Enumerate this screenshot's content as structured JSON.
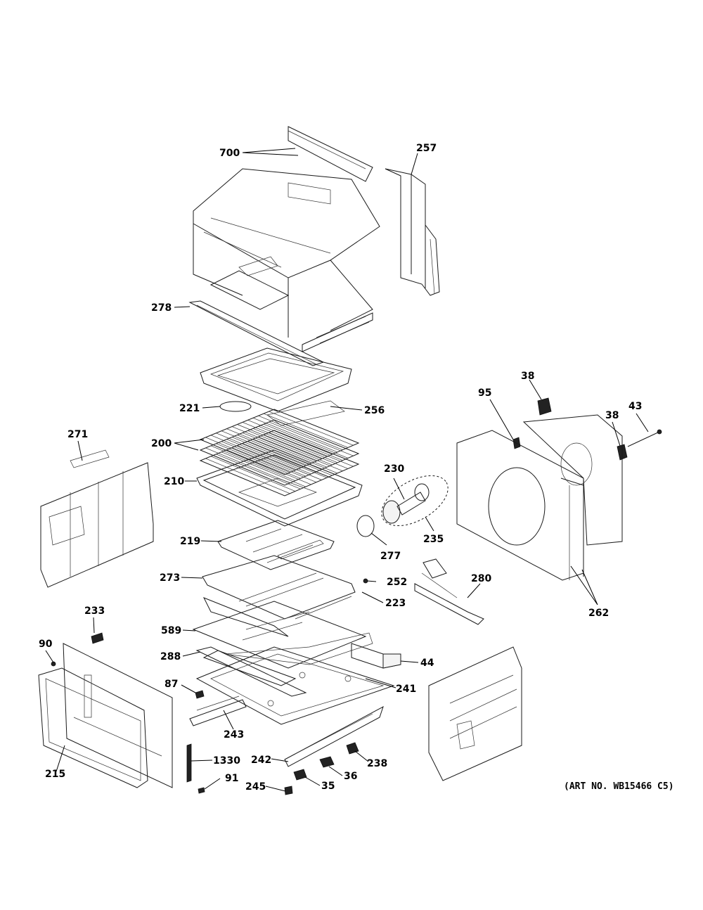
{
  "callouts": [
    {
      "id": "c700",
      "text": "700"
    },
    {
      "id": "c257",
      "text": "257"
    },
    {
      "id": "c278",
      "text": "278"
    },
    {
      "id": "c221",
      "text": "221"
    },
    {
      "id": "c256",
      "text": "256"
    },
    {
      "id": "c200",
      "text": "200"
    },
    {
      "id": "c271",
      "text": "271"
    },
    {
      "id": "c210",
      "text": "210"
    },
    {
      "id": "c219",
      "text": "219"
    },
    {
      "id": "c273",
      "text": "273"
    },
    {
      "id": "c95",
      "text": "95"
    },
    {
      "id": "c38a",
      "text": "38"
    },
    {
      "id": "c38b",
      "text": "38"
    },
    {
      "id": "c43",
      "text": "43"
    },
    {
      "id": "c230",
      "text": "230"
    },
    {
      "id": "c235",
      "text": "235"
    },
    {
      "id": "c277",
      "text": "277"
    },
    {
      "id": "c252",
      "text": "252"
    },
    {
      "id": "c223",
      "text": "223"
    },
    {
      "id": "c280",
      "text": "280"
    },
    {
      "id": "c262",
      "text": "262"
    },
    {
      "id": "c233",
      "text": "233"
    },
    {
      "id": "c90",
      "text": "90"
    },
    {
      "id": "c589",
      "text": "589"
    },
    {
      "id": "c288",
      "text": "288"
    },
    {
      "id": "c44",
      "text": "44"
    },
    {
      "id": "c87",
      "text": "87"
    },
    {
      "id": "c241",
      "text": "241"
    },
    {
      "id": "c243",
      "text": "243"
    },
    {
      "id": "c1330",
      "text": "1330"
    },
    {
      "id": "c242",
      "text": "242"
    },
    {
      "id": "c238",
      "text": "238"
    },
    {
      "id": "c215",
      "text": "215"
    },
    {
      "id": "c91",
      "text": "91"
    },
    {
      "id": "c36",
      "text": "36"
    },
    {
      "id": "c245",
      "text": "245"
    },
    {
      "id": "c35",
      "text": "35"
    }
  ],
  "art_number": "(ART NO. WB15466 C5)"
}
